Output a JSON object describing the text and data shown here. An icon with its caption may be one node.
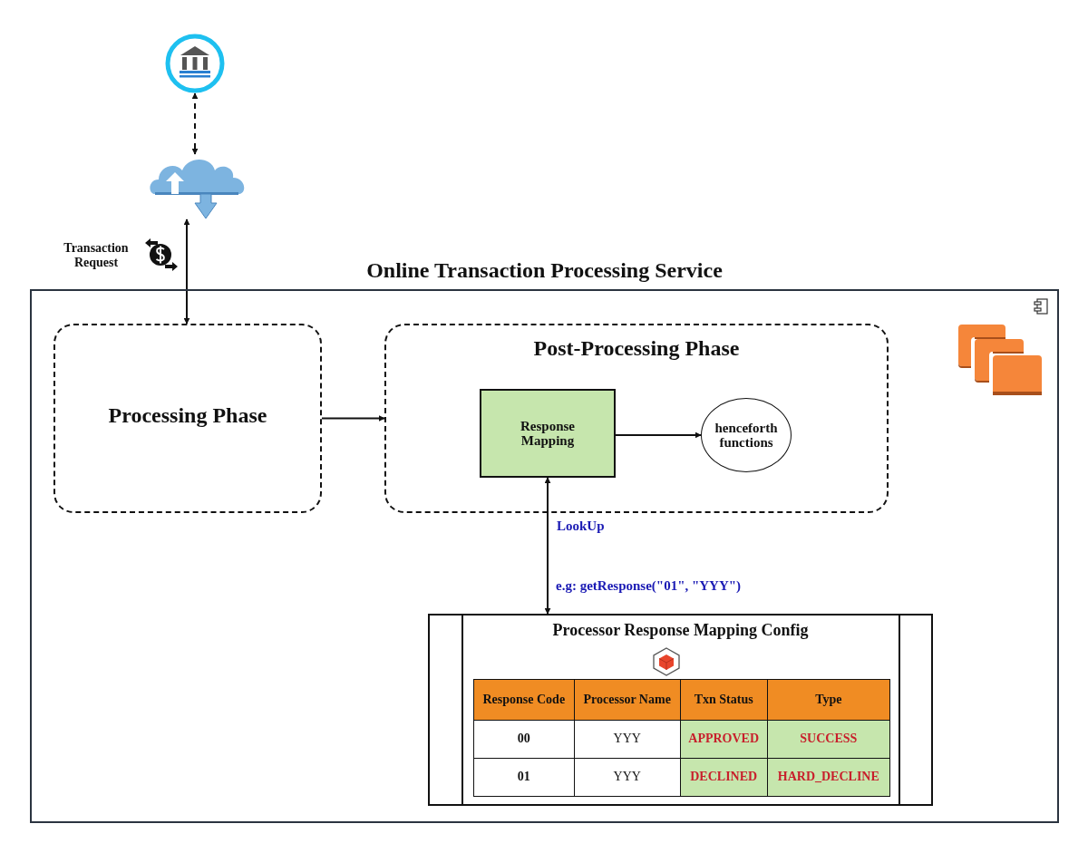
{
  "diagram": {
    "nodes": [
      {
        "text": [],
        "shape": "picture"
      },
      {
        "text": [],
        "shape": "cloud"
      },
      {
        "text": [
          "Online Transaction Processing Service"
        ]
      },
      {
        "text": [
          "Processing Phase"
        ],
        "in": 2
      },
      {
        "text": [
          "Post-Processing Phase"
        ],
        "in": 2
      },
      {
        "text": [
          "Response Mapping"
        ],
        "in": 4
      },
      {
        "text": [
          "henceforth functions"
        ],
        "in": 4
      },
      {
        "text": [
          "Processor Response Mapping Config"
        ],
        "in": 2
      }
    ],
    "edges": [
      {
        "from": 0,
        "to": 1,
        "arrow": "both",
        "style": "dashed"
      },
      {
        "from": 1,
        "to": 3,
        "arrow": "both",
        "label": "Transaction Request"
      },
      {
        "from": 3,
        "to": 4,
        "arrow": "to"
      },
      {
        "from": 5,
        "to": 6,
        "arrow": "to"
      },
      {
        "from": 5,
        "to": 7,
        "arrow": "both",
        "label": "LookUp"
      }
    ],
    "labels": [
      "e.g: getResponse(\"01\", \"YYY\")",
      "Response Code",
      "Processor Name",
      "Txn Status",
      "Type",
      "00",
      "YYY",
      "APPROVED",
      "SUCCESS",
      "01",
      "YYY",
      "DECLINED",
      "HARD_DECLINE"
    ]
  }
}
